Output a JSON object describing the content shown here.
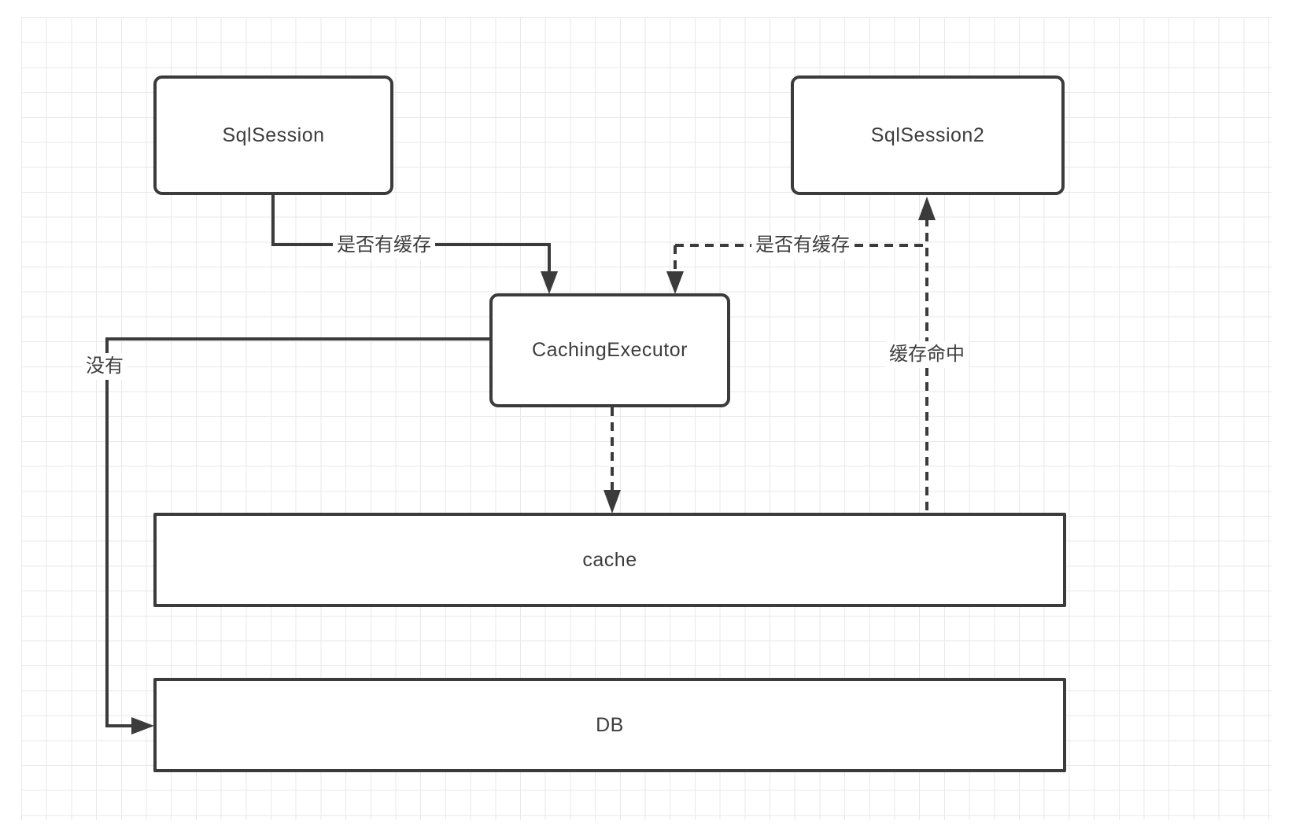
{
  "diagram": {
    "nodes": [
      {
        "id": "sqlsession",
        "label": "SqlSession"
      },
      {
        "id": "sqlsession2",
        "label": "SqlSession2"
      },
      {
        "id": "caching-executor",
        "label": "CachingExecutor"
      },
      {
        "id": "cache",
        "label": "cache"
      },
      {
        "id": "db",
        "label": "DB"
      }
    ],
    "edge_labels": [
      {
        "id": "check-cache-solid",
        "text": "是否有缓存"
      },
      {
        "id": "check-cache-dashed",
        "text": "是否有缓存"
      },
      {
        "id": "cache-hit",
        "text": "缓存命中"
      },
      {
        "id": "no-cache",
        "text": "没有"
      }
    ],
    "colors": {
      "stroke": "#3b3b3b",
      "text": "#3d3d3d",
      "grid": "#e9e9ed",
      "background": "#ffffff"
    }
  }
}
